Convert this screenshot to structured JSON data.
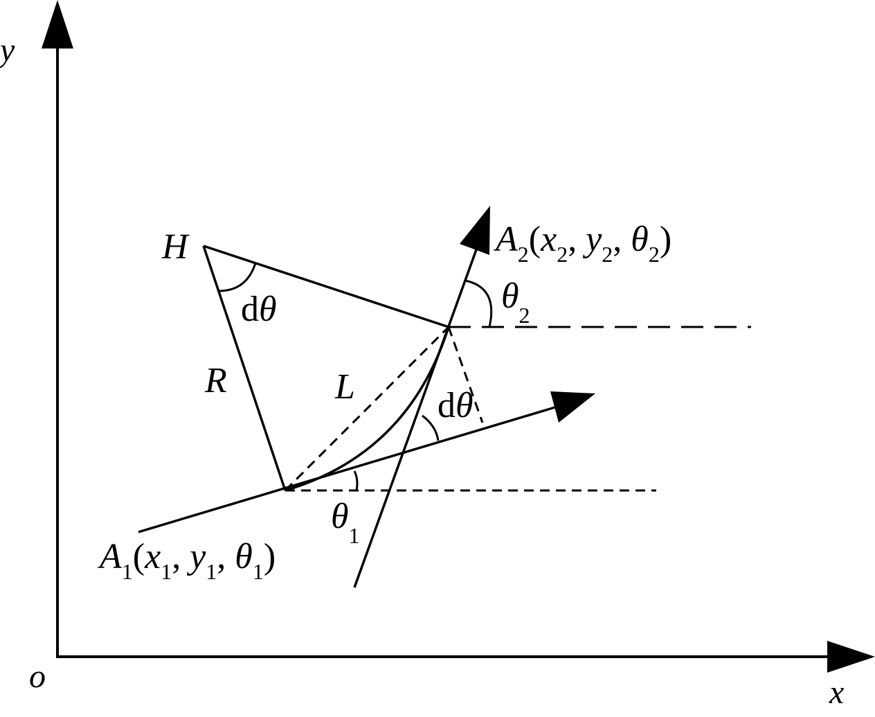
{
  "axes": {
    "x_label": "x",
    "y_label": "y",
    "origin_label": "o"
  },
  "points": {
    "H": "H",
    "A1": {
      "name": "A",
      "sub": "1",
      "open": "(",
      "x": "x",
      "x_sub": "1",
      "sep1": ", ",
      "y": "y",
      "y_sub": "1",
      "sep2": ", ",
      "t": "θ",
      "t_sub": "1",
      "close": ")"
    },
    "A2": {
      "name": "A",
      "sub": "2",
      "open": "(",
      "x": "x",
      "x_sub": "2",
      "sep1": ", ",
      "y": "y",
      "y_sub": "2",
      "sep2": ", ",
      "t": "θ",
      "t_sub": "2",
      "close": ")"
    }
  },
  "labels": {
    "R": "R",
    "L": "L",
    "dtheta_top_d": "d",
    "dtheta_top_t": "θ",
    "dtheta_mid_d": "d",
    "dtheta_mid_t": "θ",
    "theta1": "θ",
    "theta1_sub": "1",
    "theta2": "θ",
    "theta2_sub": "2"
  },
  "colors": {
    "stroke": "#000000",
    "background": "#ffffff"
  }
}
